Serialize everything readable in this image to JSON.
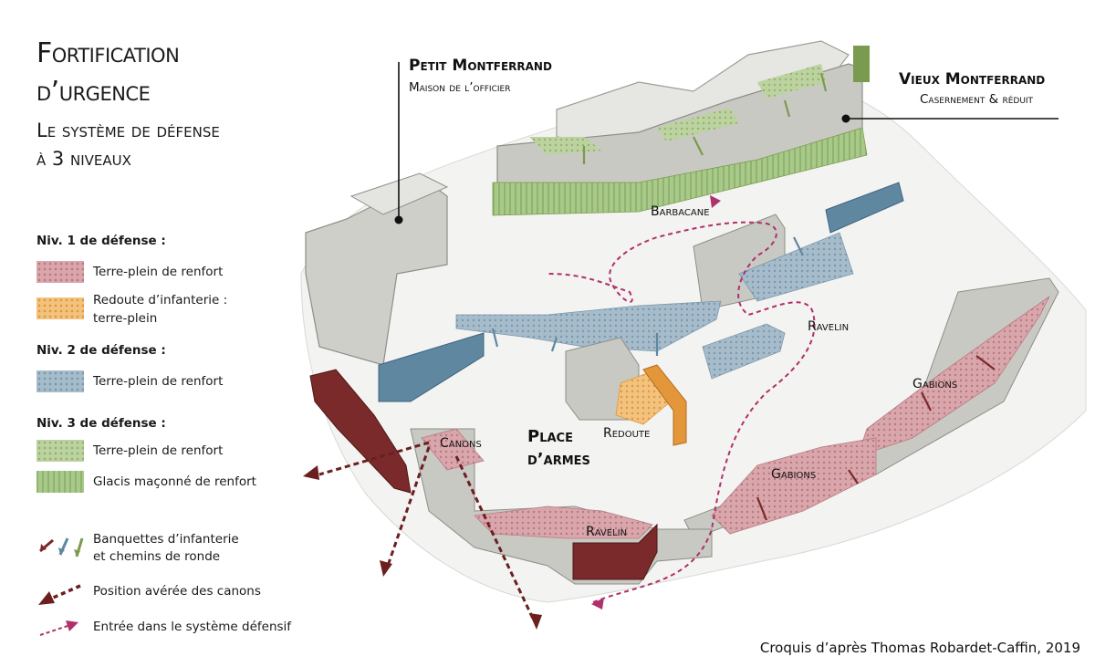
{
  "title": {
    "main_line1": "Fortification",
    "main_line2": "d’urgence",
    "sub_line1": "Le système de défense",
    "sub_line2": "à 3 niveaux"
  },
  "legend": {
    "level1": {
      "heading": "Niv. 1 de défense :",
      "items": [
        {
          "label": "Terre-plein de renfort",
          "swatch": "pink"
        },
        {
          "label_line1": "Redoute d’infanterie :",
          "label_line2": "terre-plein",
          "swatch": "orange"
        }
      ]
    },
    "level2": {
      "heading": "Niv. 2 de défense :",
      "items": [
        {
          "label": "Terre-plein de renfort",
          "swatch": "blue"
        }
      ]
    },
    "level3": {
      "heading": "Niv. 3 de défense :",
      "items": [
        {
          "label": "Terre-plein de renfort",
          "swatch": "green"
        },
        {
          "label": "Glacis maçonné de renfort",
          "swatch": "glacis"
        }
      ]
    },
    "symbols": [
      {
        "label_line1": "Banquettes d’infanterie",
        "label_line2": "et chemins de ronde",
        "icon": "arrows-icon"
      },
      {
        "label": "Position avérée des canons",
        "icon": "dashed-arrow-icon"
      },
      {
        "label": "Entrée dans le système défensif",
        "icon": "entry-arrow-icon"
      }
    ]
  },
  "map_labels": {
    "petit_title": "Petit Montferrand",
    "petit_sub": "Maison de l’officier",
    "vieux_title": "Vieux Montferrand",
    "vieux_sub": "Casernement & réduit",
    "barbacane": "Barbacane",
    "ravelin_top": "Ravelin",
    "ravelin_bottom": "Ravelin",
    "gabions_right": "Gabions",
    "gabions_mid": "Gabions",
    "canons": "Canons",
    "place_line1": "Place",
    "place_line2": "d’armes",
    "redoute": "Redoute"
  },
  "credit": "Croquis d’après Thomas Robardet-Caffin, 2019",
  "colors": {
    "stone": "#c9c9c4",
    "stone_dark": "#9e9e98",
    "pink": "#d9a6ab",
    "orange": "#e3963a",
    "blue": "#5f87a0",
    "green": "#7a9a4e",
    "maroon": "#7a2a2a",
    "entry": "#b0306a"
  }
}
